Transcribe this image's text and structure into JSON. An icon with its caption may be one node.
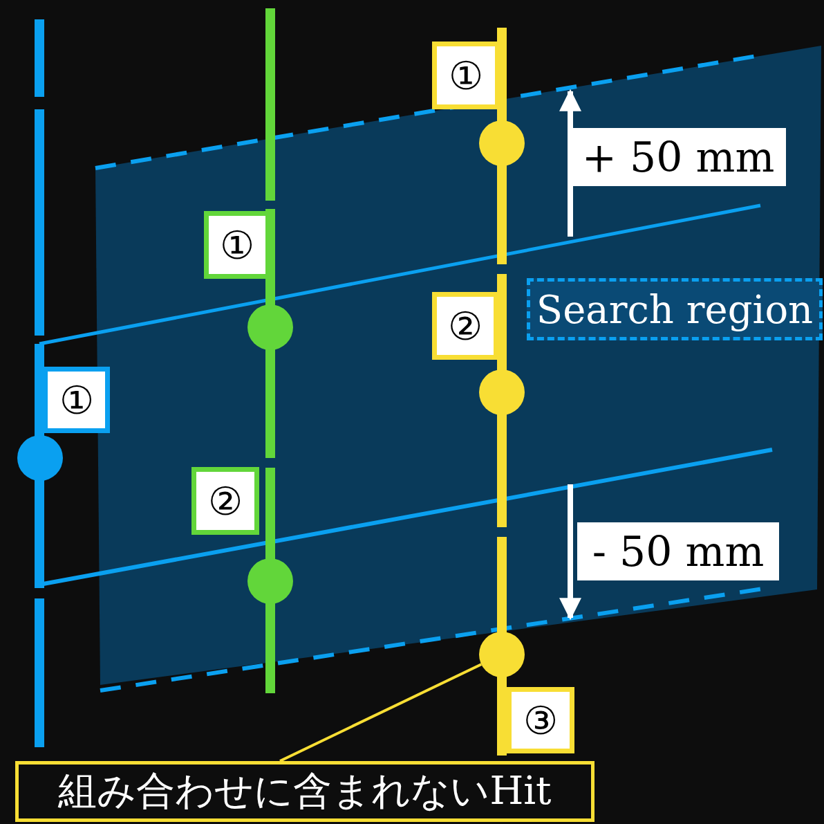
{
  "diagram": {
    "nodes": [
      {
        "text": [],
        "shape": "circle"
      },
      {
        "text": [],
        "shape": "circle"
      },
      {
        "text": [],
        "shape": "circle"
      },
      {
        "text": [],
        "shape": "circle"
      },
      {
        "text": [],
        "shape": "circle"
      },
      {
        "text": [],
        "shape": "circle"
      },
      {
        "text": [
          "組み合わせに含まれないHit"
        ]
      }
    ],
    "edges": [
      {
        "from": 6,
        "to": 5,
        "arrow": "none"
      }
    ],
    "labels": [
      "①",
      "+ 50 mm",
      "①",
      "Search region",
      "②",
      "①",
      "②",
      "- 50 mm",
      "③"
    ]
  }
}
